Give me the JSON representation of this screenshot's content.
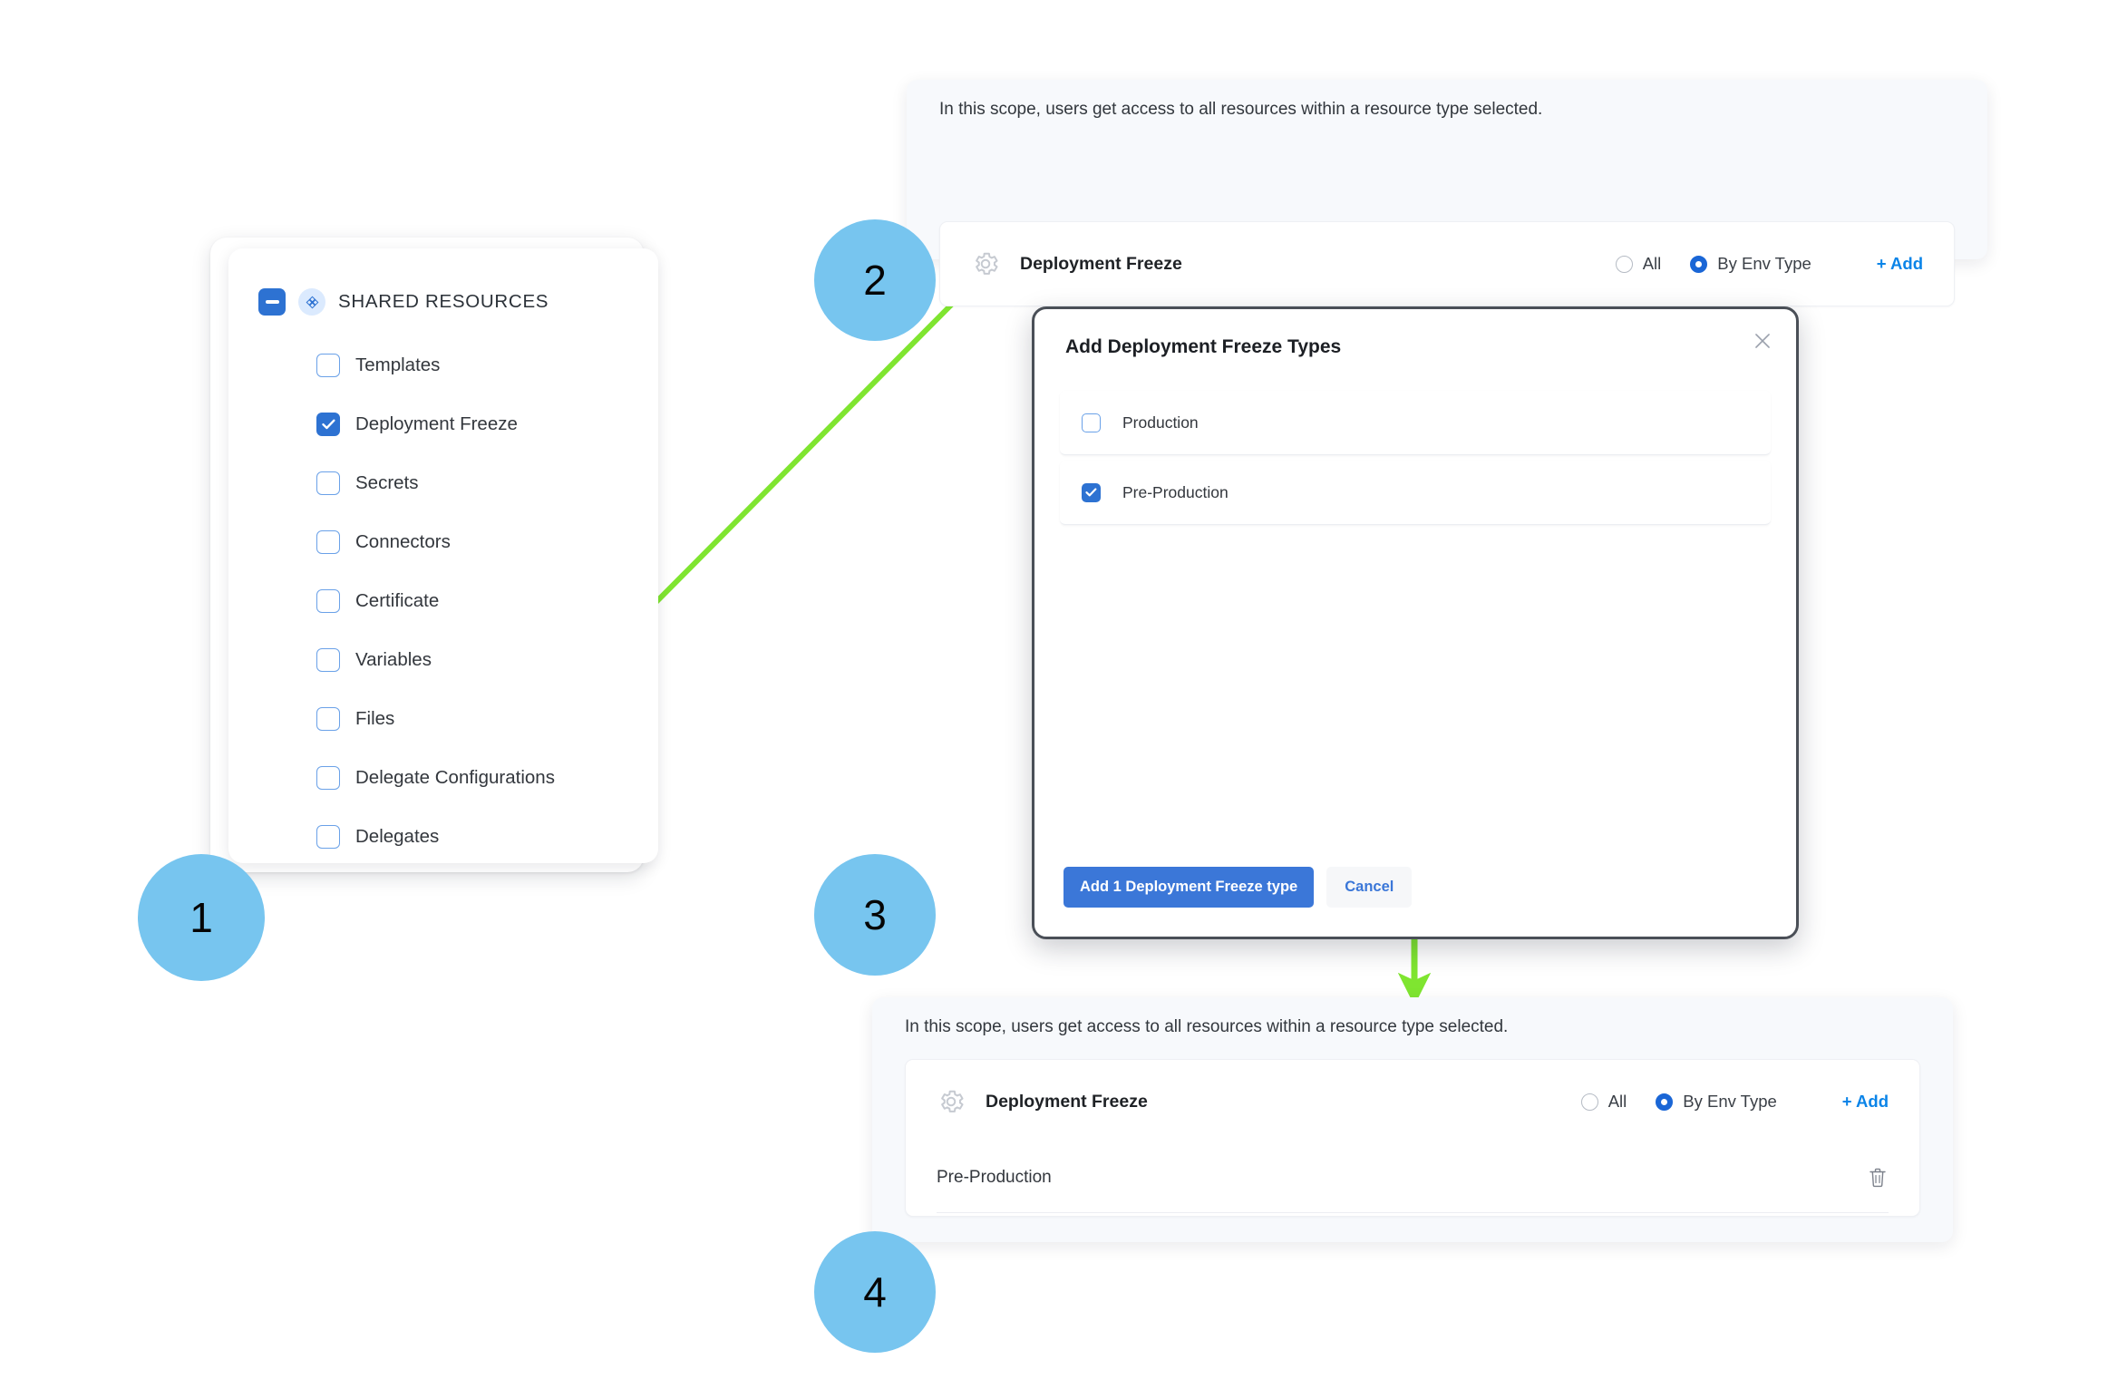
{
  "colors": {
    "accent_blue": "#2d72d2",
    "link_blue": "#0a84e8",
    "bubble_blue": "#77c5ef",
    "arrow_green": "#7fe530",
    "panel_bg": "#f7f9fc"
  },
  "shared_resources": {
    "header_label": "SHARED RESOURCES",
    "header_checkbox_state": "indeterminate",
    "items": [
      {
        "label": "Templates",
        "checked": false
      },
      {
        "label": "Deployment Freeze",
        "checked": true
      },
      {
        "label": "Secrets",
        "checked": false
      },
      {
        "label": "Connectors",
        "checked": false
      },
      {
        "label": "Certificate",
        "checked": false
      },
      {
        "label": "Variables",
        "checked": false
      },
      {
        "label": "Files",
        "checked": false
      },
      {
        "label": "Delegate Configurations",
        "checked": false
      },
      {
        "label": "Delegates",
        "checked": false
      }
    ]
  },
  "scope_panel_top": {
    "note": "In this scope, users get access to all resources within a resource type selected.",
    "resource_name": "Deployment Freeze",
    "radio_all_label": "All",
    "radio_env_label": "By Env Type",
    "radio_selected": "By Env Type",
    "add_label": "+ Add"
  },
  "modal": {
    "title": "Add Deployment Freeze Types",
    "close_label": "×",
    "options": [
      {
        "label": "Production",
        "checked": false
      },
      {
        "label": "Pre-Production",
        "checked": true
      }
    ],
    "primary_button": "Add 1 Deployment Freeze type",
    "secondary_button": "Cancel"
  },
  "scope_panel_bottom": {
    "note": "In this scope, users get access to all resources within a resource type selected.",
    "resource_name": "Deployment Freeze",
    "radio_all_label": "All",
    "radio_env_label": "By Env Type",
    "radio_selected": "By Env Type",
    "add_label": "+ Add",
    "selected_value": "Pre-Production",
    "delete_icon": "trash-icon"
  },
  "steps": {
    "one": "1",
    "two": "2",
    "three": "3",
    "four": "4"
  }
}
